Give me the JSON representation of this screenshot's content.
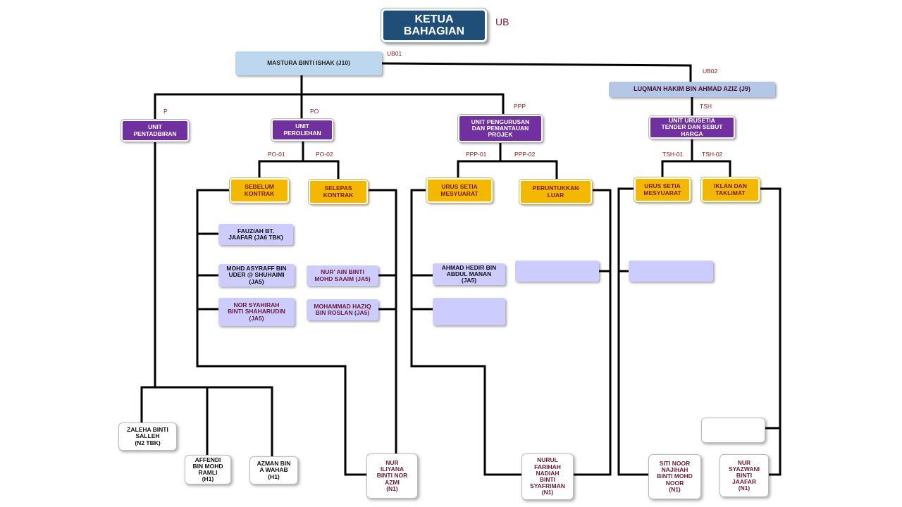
{
  "head": {
    "title": "KETUA\nBAHAGIAN",
    "code": "UB"
  },
  "level1": [
    {
      "id": "ub01",
      "code": "UB01",
      "name": "MASTURA BINTI ISHAK (J10)"
    },
    {
      "id": "ub02",
      "code": "UB02",
      "name": "LUQMAN HAKIM  BIN AHMAD AZIZ (J9)"
    }
  ],
  "units": [
    {
      "id": "p",
      "code": "P",
      "name": "UNIT\nPENTADBIRAN"
    },
    {
      "id": "po",
      "code": "PO",
      "name": "UNIT\nPEROLEHAN"
    },
    {
      "id": "ppp",
      "code": "PPP",
      "name": "UNIT PENGURUSAN\nDAN PEMANTAUAN\nPROJEK"
    },
    {
      "id": "tsh",
      "code": "TSH",
      "name": "UNIT URUSETIA\nTENDER DAN SEBUT\nHARGA"
    }
  ],
  "sections": [
    {
      "id": "po01",
      "code": "PO-01",
      "name": "SEBELUM\nKONTRAK"
    },
    {
      "id": "po02",
      "code": "PO-02",
      "name": "SELEPAS\nKONTRAK"
    },
    {
      "id": "ppp01",
      "code": "PPP-01",
      "name": "URUS SETIA\nMESYUARAT"
    },
    {
      "id": "ppp02",
      "code": "PPP-02",
      "name": "PERUNTUKKAN\nLUAR"
    },
    {
      "id": "tsh01",
      "code": "TSH-01",
      "name": "URUS SETIA\nMESYUARAT"
    },
    {
      "id": "tsh02",
      "code": "TSH-02",
      "name": "IKLAN DAN\nTAKLIMAT"
    }
  ],
  "staff": [
    {
      "id": "s1",
      "name": "FAUZIAH BT.\nJAAFAR  (JA6 TBK)"
    },
    {
      "id": "s2",
      "name": "MOHD ASYRAFF BIN\nUDER @ SHUHAIMI\n(JA5)"
    },
    {
      "id": "s3",
      "name": "NOR SYAHIRAH\nBINTI SHAHARUDIN\n(JA5)"
    },
    {
      "id": "s4",
      "name": "NUR' AIN BINTI\nMOHD SAAIM (JA5)"
    },
    {
      "id": "s5",
      "name": "MOHAMMAD HAZIQ\nBIN ROSLAN (JA5)"
    },
    {
      "id": "s6",
      "name": "AHMAD HEDIR BIN\nABDUL MANAN\n(JA5)"
    },
    {
      "id": "s7",
      "name": ""
    },
    {
      "id": "s8",
      "name": ""
    },
    {
      "id": "s9",
      "name": ""
    }
  ],
  "bottom": [
    {
      "id": "b1",
      "name": "ZALEHA BINTI\nSALLEH\n(N2 TBK)"
    },
    {
      "id": "b2",
      "name": "AFFENDI\nBIN MOHD\nRAMLI\n(H1)"
    },
    {
      "id": "b3",
      "name": "AZMAN BIN\nA WAHAB\n(H1)"
    },
    {
      "id": "b4",
      "name": "NUR\nILIYANA\nBINTI NOR\nAZMI\n(N1)"
    },
    {
      "id": "b5",
      "name": "NURUL\nFARIHAH\nNADIAH\nBINTI\nSYAFRIMAN\n(N1)"
    },
    {
      "id": "b6",
      "name": ""
    },
    {
      "id": "b7",
      "name": "SITI NOOR\nNAJIHAH\nBINTI MOHD\nNOOR\n(N1)"
    },
    {
      "id": "b8",
      "name": "NUR\nSYAZWANI\nBINTI\nJAAFAR\n(N1)"
    }
  ]
}
